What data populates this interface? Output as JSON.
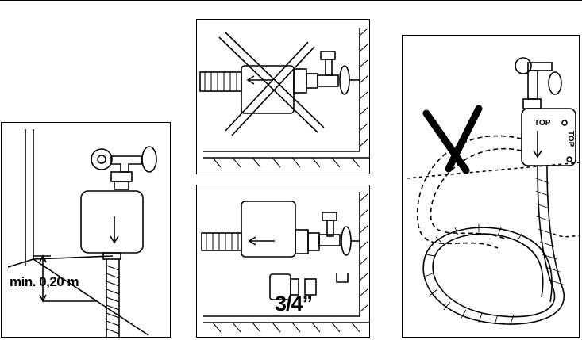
{
  "labels": {
    "min_height": "min. 0,20 m",
    "thread_size": "3/4”",
    "top_front": "TOP",
    "top_side": "TOP"
  },
  "colors": {
    "ink": "#000000",
    "paper": "#ffffff"
  },
  "icons": {
    "forbidden_mark": "cross-x",
    "flow_direction": "arrow"
  }
}
